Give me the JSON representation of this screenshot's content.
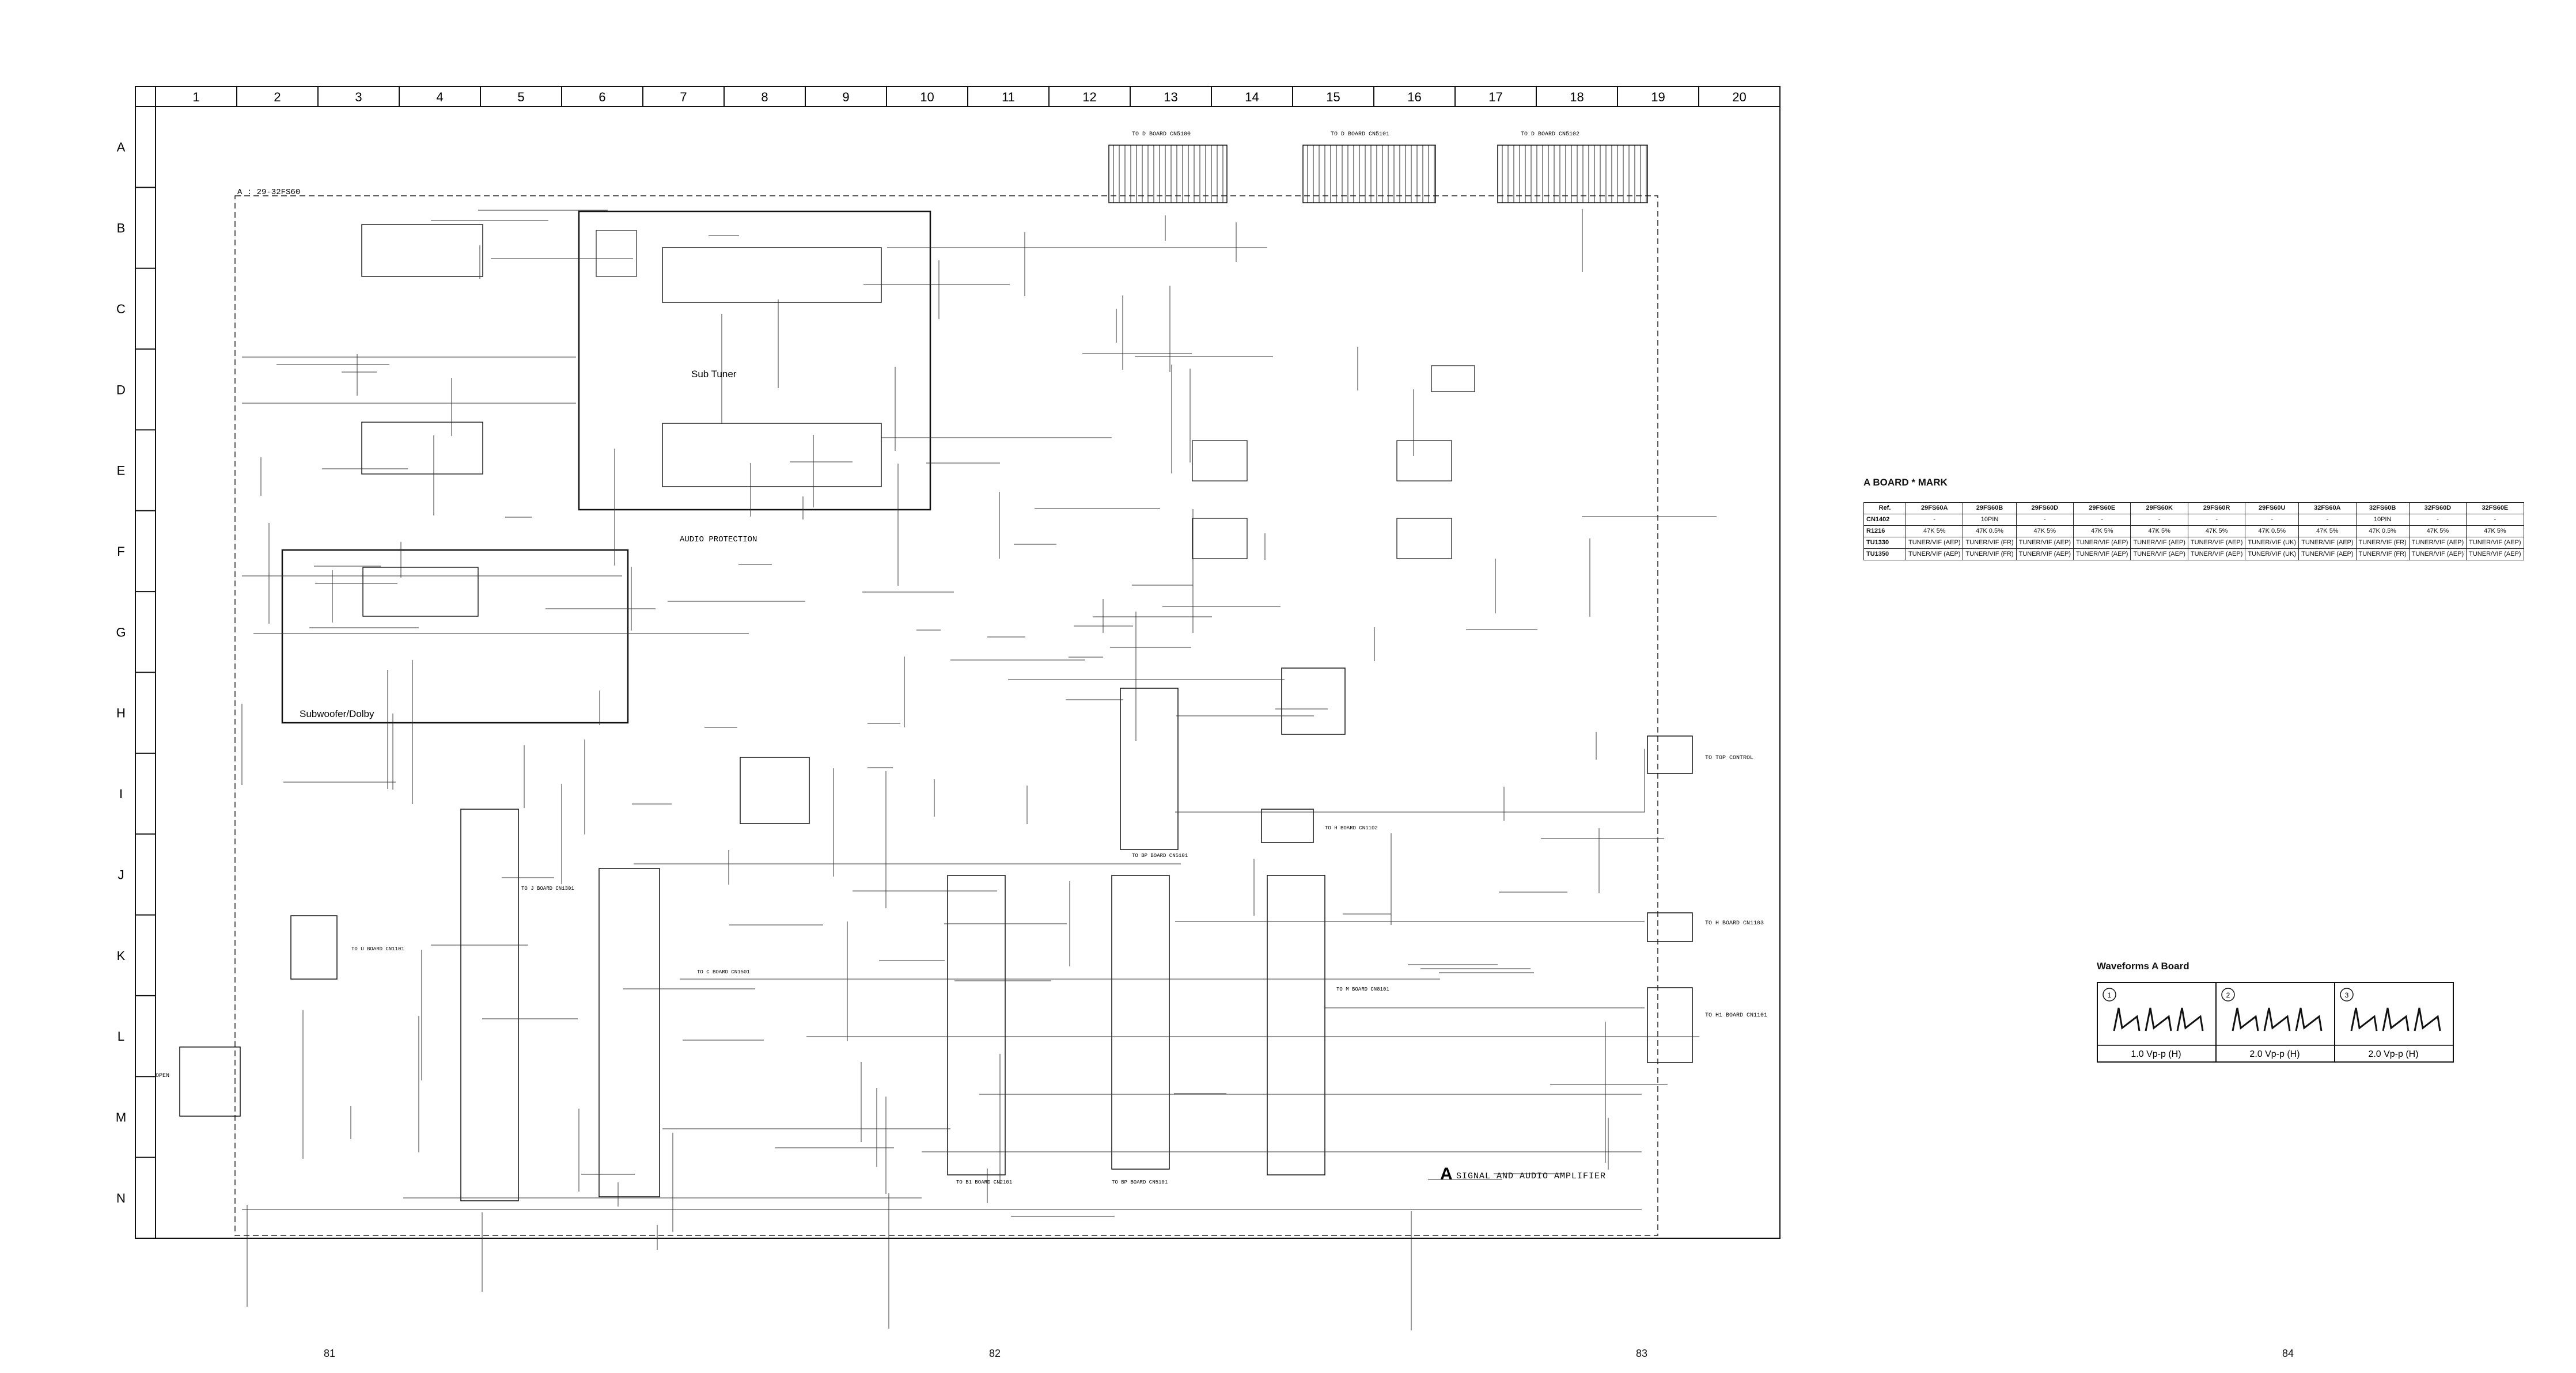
{
  "grid": {
    "columns": [
      "1",
      "2",
      "3",
      "4",
      "5",
      "6",
      "7",
      "8",
      "9",
      "10",
      "11",
      "12",
      "13",
      "14",
      "15",
      "16",
      "17",
      "18",
      "19",
      "20"
    ],
    "rows": [
      "A",
      "B",
      "C",
      "D",
      "E",
      "F",
      "G",
      "H",
      "I",
      "J",
      "K",
      "L",
      "M",
      "N"
    ]
  },
  "schematic": {
    "frame_label": "A : 29-32FS60",
    "board_title": "SIGNAL AND AUDIO AMPLIFIER",
    "board_letter": "A",
    "blocks": {
      "sub_tuner": "Sub Tuner",
      "subwoofer": "Subwoofer/Dolby",
      "audio_protection": "AUDIO PROTECTION"
    },
    "top_connectors": [
      "TO D BOARD CN5100",
      "TO D BOARD CN5101",
      "TO D BOARD CN5102"
    ],
    "right_connectors": [
      "TO TOP CONTROL",
      "TO H BOARD CN1103",
      "TO H1 BOARD CN1101"
    ],
    "left_connector": "OPEN",
    "bottom_connectors": [
      "TO B1 BOARD CN2101",
      "TO BP BOARD CN5101"
    ],
    "mid_labels": [
      "TO U BOARD CN1101",
      "TO J BOARD CN1301",
      "TO C BOARD CN1501",
      "TO BP BOARD CN5101",
      "TO M BOARD CN8101",
      "TO H BOARD CN1102"
    ]
  },
  "board_mark": {
    "title": "A BOARD * MARK",
    "headers": [
      "Ref.",
      "29FS60A",
      "29FS60B",
      "29FS60D",
      "29FS60E",
      "29FS60K",
      "29FS60R",
      "29FS60U",
      "32FS60A",
      "32FS60B",
      "32FS60D",
      "32FS60E"
    ],
    "rows": [
      [
        "CN1402",
        "-",
        "10PIN",
        "-",
        "-",
        "-",
        "-",
        "-",
        "-",
        "10PIN",
        "-",
        "-"
      ],
      [
        "R1216",
        "47K 5%",
        "47K 0.5%",
        "47K 5%",
        "47K 5%",
        "47K 5%",
        "47K 5%",
        "47K 0.5%",
        "47K 5%",
        "47K 0.5%",
        "47K 5%",
        "47K 5%"
      ],
      [
        "TU1330",
        "TUNER/VIF (AEP)",
        "TUNER/VIF (FR)",
        "TUNER/VIF (AEP)",
        "TUNER/VIF (AEP)",
        "TUNER/VIF (AEP)",
        "TUNER/VIF (AEP)",
        "TUNER/VIF (UK)",
        "TUNER/VIF (AEP)",
        "TUNER/VIF (FR)",
        "TUNER/VIF (AEP)",
        "TUNER/VIF (AEP)"
      ],
      [
        "TU1350",
        "TUNER/VIF (AEP)",
        "TUNER/VIF (FR)",
        "TUNER/VIF (AEP)",
        "TUNER/VIF (AEP)",
        "TUNER/VIF (AEP)",
        "TUNER/VIF (AEP)",
        "TUNER/VIF (UK)",
        "TUNER/VIF (AEP)",
        "TUNER/VIF (FR)",
        "TUNER/VIF (AEP)",
        "TUNER/VIF (AEP)"
      ]
    ]
  },
  "waveforms": {
    "title": "Waveforms A Board",
    "items": [
      {
        "marker": "1",
        "caption": "1.0 Vp-p (H)"
      },
      {
        "marker": "2",
        "caption": "2.0 Vp-p (H)"
      },
      {
        "marker": "3",
        "caption": "2.0 Vp-p (H)"
      }
    ]
  },
  "page_numbers": [
    "81",
    "82",
    "83",
    "84"
  ],
  "colors": {
    "ink": "#111111",
    "paper": "#ffffff"
  }
}
